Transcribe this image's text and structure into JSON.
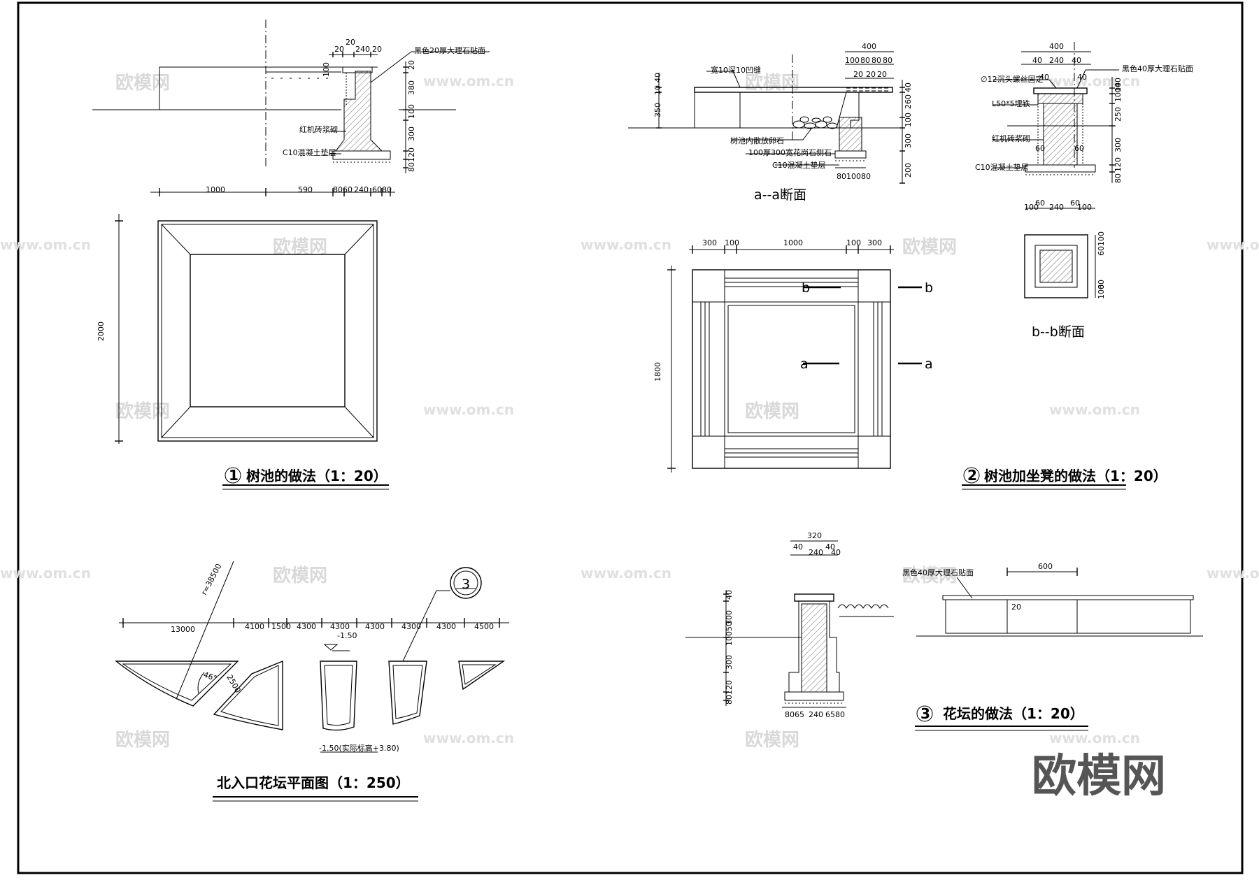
{
  "sheet": {
    "watermarks": {
      "brand": "欧模网",
      "url": "www.om.cn"
    },
    "brand_mark": "欧模网"
  },
  "d1": {
    "num": "1",
    "title": "树池的做法（1：20）",
    "notes": {
      "marble": "黑色20厚大理石贴面",
      "brick": "红机砖浆砌",
      "concrete": "C10混凝土垫层"
    },
    "top_dims": [
      "20",
      "20",
      "240",
      "20"
    ],
    "right_dims": [
      "20",
      "380",
      "100",
      "300",
      "120",
      "80"
    ],
    "small_dim": "100",
    "bottom_dims": [
      "1000",
      "590",
      "8060",
      "240",
      "6080"
    ],
    "plan_dim": "2000"
  },
  "d2": {
    "num": "2",
    "title": "树池加坐凳的做法（1：20）",
    "aa_title": "a--a断面",
    "bb_title": "b--b断面",
    "aa_notes": {
      "groove": "宽10深10凹缝",
      "pebbles": "树池内散放卵石",
      "curb": "100厚300宽花岗石侧石",
      "concrete": "C10混凝土垫层"
    },
    "aa_top": [
      "400",
      "100",
      "80",
      "80",
      "80",
      "20",
      "20",
      "20"
    ],
    "aa_left": [
      "40",
      "10",
      "350"
    ],
    "aa_right": [
      "40",
      "260",
      "100",
      "300",
      "200"
    ],
    "aa_bottom": "8010080",
    "bb_notes": {
      "marble": "黑色40厚大理石贴面",
      "bolt": "∅12沉头螺丝固定",
      "angle": "L50*5埋铁",
      "brick": "红机砖浆砌",
      "concrete": "C10混凝土垫层"
    },
    "bb_top": [
      "400",
      "40",
      "240",
      "40",
      "40",
      "40"
    ],
    "bb_right": [
      "10040",
      "10",
      "250",
      "300",
      "120",
      "80"
    ],
    "bb_inner": [
      "60",
      "60"
    ],
    "bb_bottom": [
      "60",
      "240",
      "60",
      "100",
      "100"
    ],
    "bb_plan_dims": [
      "100",
      "60",
      "60",
      "100"
    ],
    "plan_top": [
      "300",
      "100",
      "1000",
      "100",
      "300"
    ],
    "plan_left": "1800",
    "cut_a": "a",
    "cut_b": "b"
  },
  "d3": {
    "num": "3",
    "title": "花坛的做法（1：20）",
    "note": "黑色40厚大理石贴面",
    "top_dims": [
      "320",
      "40",
      "240",
      "40",
      "40"
    ],
    "left_dims": [
      "40",
      "300",
      "10050",
      "300",
      "120",
      "80"
    ],
    "bottom_dims": [
      "8065",
      "240",
      "6580"
    ],
    "elev_dim": "600",
    "elev_dim2": "20"
  },
  "plan": {
    "title": "北入口花坛平面图（1：250）",
    "radius": "r=38500",
    "dims": [
      "13000",
      "4100",
      "1500",
      "4300",
      "4300",
      "4300",
      "4300",
      "4300",
      "4500"
    ],
    "angle": "46°",
    "side": "2500",
    "level": "-1.50",
    "level_note": "-1.50(实际标高+3.80)",
    "callout": "3"
  }
}
